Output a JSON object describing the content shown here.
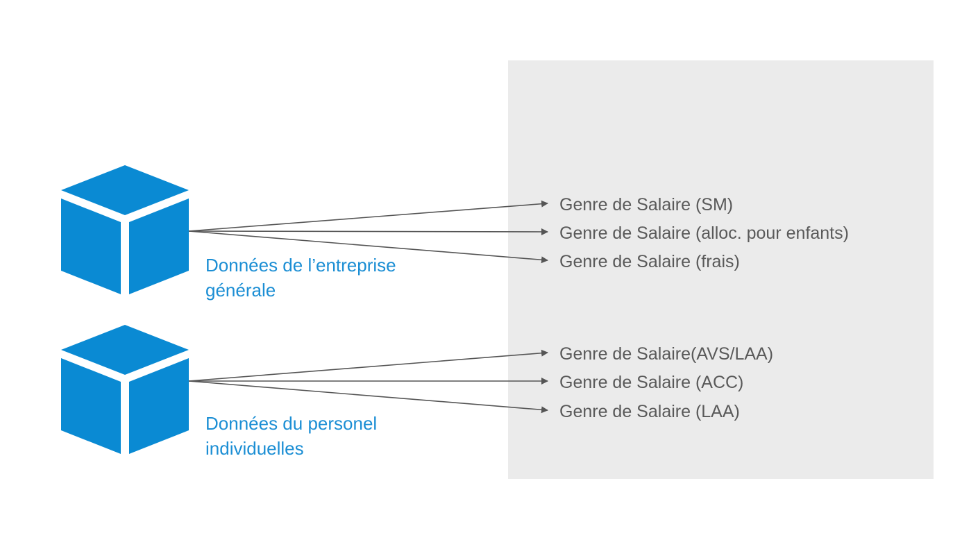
{
  "colors": {
    "cube_blue": "#0a8ad3",
    "label_blue": "#1b8ed4",
    "panel_gray": "#ebebeb",
    "item_text": "#595959",
    "arrow": "#555555"
  },
  "groups": [
    {
      "icon": "cube-icon",
      "label_lines": [
        "Données de l’entreprise",
        "générale"
      ],
      "items": [
        "Genre de Salaire (SM)",
        "Genre de Salaire (alloc. pour enfants)",
        "Genre de Salaire (frais)"
      ]
    },
    {
      "icon": "cube-icon",
      "label_lines": [
        "Données du personel",
        "individuelles"
      ],
      "items": [
        "Genre de Salaire(AVS/LAA)",
        "Genre de Salaire (ACC)",
        "Genre de Salaire (LAA)"
      ]
    }
  ]
}
